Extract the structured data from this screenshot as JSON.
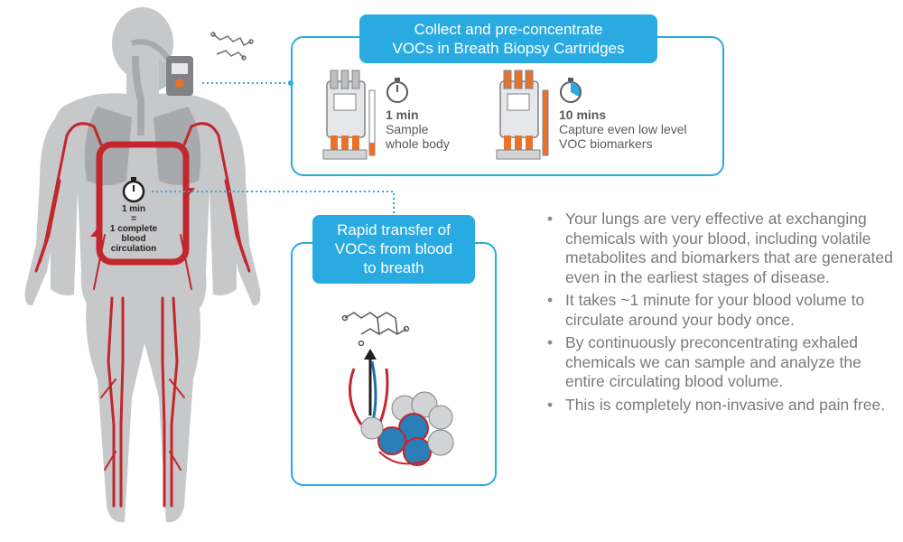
{
  "panels": {
    "collect": {
      "title_lines": [
        "Collect and pre-concentrate",
        "VOCs in Breath Biopsy Cartridges"
      ],
      "left": {
        "duration": "1 min",
        "lines": [
          "Sample",
          "whole body"
        ]
      },
      "right": {
        "duration": "10 mins",
        "lines": [
          "Capture even low level",
          "VOC biomarkers"
        ]
      }
    },
    "transfer": {
      "title_lines": [
        "Rapid transfer of",
        "VOCs from blood",
        "to breath"
      ]
    }
  },
  "circulation": {
    "lines": [
      "1 min",
      "=",
      "1 complete",
      "blood",
      "circulation"
    ]
  },
  "bullets": [
    "Your lungs are very effective at exchanging chemicals with your blood, including volatile metabolites and biomarkers that are generated even in the earliest stages of disease.",
    "It takes ~1 minute for your blood volume to circulate around your body once.",
    "By continuously preconcentrating exhaled chemicals we can sample and analyze the entire circulating blood volume.",
    "This is completely non-invasive and pain free."
  ],
  "colors": {
    "accent_blue": "#29abe2",
    "vessel_red": "#c1272d",
    "body_gray": "#c7c8ca",
    "cartridge_orange": "#e8712b"
  },
  "icons": [
    "human-body-figure",
    "stopwatch-icon",
    "molecule-icon",
    "breath-cartridge-icon",
    "alveoli-icon",
    "arrow-up-icon"
  ]
}
